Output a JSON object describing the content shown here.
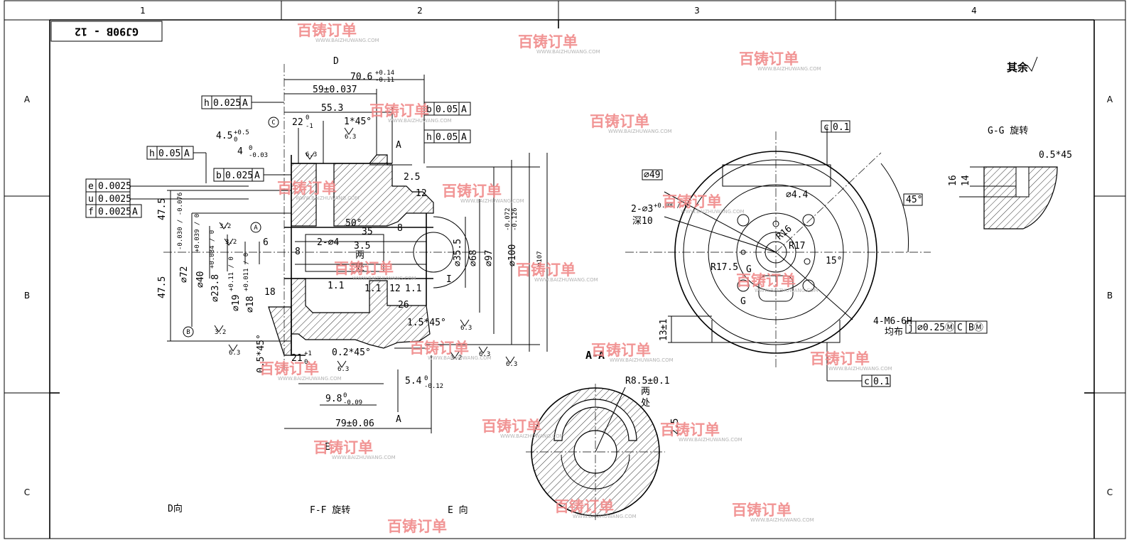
{
  "drawing_number": "GJ90B - 12",
  "zones": {
    "columns": [
      "1",
      "2",
      "3",
      "4"
    ],
    "rows": [
      "A",
      "B",
      "C"
    ]
  },
  "roughness_note": "其余",
  "watermark": {
    "logo_text": "百铸订单",
    "url": "WWW.BAIZHUWANG.COM"
  },
  "section_labels": {
    "aa": "A-A",
    "gg": "G-G 旋转",
    "ff": "F-F 旋转",
    "d_view": "D向",
    "e_view": "E 向",
    "d_mark": "D",
    "e_mark": "E",
    "a_top": "A",
    "a_bottom": "A",
    "i_mark": "I",
    "g_upper": "G",
    "g_lower": "G"
  },
  "feature_frames": {
    "h_top": [
      "h",
      "0.025",
      "A"
    ],
    "b_top": [
      "b",
      "0.05",
      "A"
    ],
    "h_mid": [
      "h",
      "0.05",
      "A"
    ],
    "h_left": [
      "h",
      "0.05",
      "A"
    ],
    "b_left": [
      "b",
      "0.025",
      "A"
    ],
    "e_stack": [
      "e",
      "0.0025"
    ],
    "u_stack": [
      "u",
      "0.0025"
    ],
    "f_stack": [
      "f",
      "0.0025",
      "A"
    ],
    "c_top": [
      "c",
      "0.1"
    ],
    "c_bottom": [
      "c",
      "0.1"
    ],
    "j_pos": [
      "j",
      "⌀0.25Ⓜ",
      "C",
      "BⓂ"
    ]
  },
  "datums": {
    "a_circle": "A",
    "b_circle": "B",
    "c_circle": "C"
  },
  "dims_main": {
    "d70_6": "70.6",
    "d70_6_tol_up": "+0.14",
    "d70_6_tol_dn": "-0.11",
    "d59": "59±0.037",
    "d55_3": "55.3",
    "d22": "22",
    "d22_up": "0",
    "d22_dn": "-1",
    "ch1x45": "1*45°",
    "d4_5": "4.5",
    "d4_5_up": "+0.5",
    "d4_5_dn": "0",
    "d4": "4",
    "d4_up": "0",
    "d4_dn": "-0.03",
    "d2_5": "2.5",
    "d12": "12",
    "d47_5_top": "47.5",
    "d47_5_bot": "47.5",
    "d50deg": "50°",
    "d35": "35",
    "d8a": "8",
    "d6": "6",
    "d2x4": "2-⌀4",
    "d3_5": "3.5",
    "d8b": "8",
    "liang": "两",
    "chu": "处",
    "d1_1a": "1.1",
    "d1_1b": "1.1",
    "d12b": "12",
    "d1_1c": "1.1",
    "d26": "26",
    "d18": "18",
    "ch1_5x45": "1.5*45°",
    "ch0_2x45": "0.2*45°",
    "d21": "21",
    "d21_up": "+1",
    "d21_dn": "0",
    "ch0_5x45": "0.5*45°",
    "d5_4": "5.4",
    "d5_4_up": "0",
    "d5_4_dn": "-0.12",
    "d9_8": "9.8",
    "d9_8_up": "0",
    "d9_8_dn": "-0.09",
    "d79": "79±0.06",
    "dia35_5": "⌀35.5",
    "dia68": "⌀68",
    "dia97": "⌀97",
    "dia100": "⌀100",
    "dia100_up": "-0.072",
    "dia100_dn": "-0.126",
    "dia107": "⌀107",
    "dia72": "⌀72",
    "dia72_tol": "-0.030 / -0.076",
    "dia40": "⌀40",
    "dia40_tol": "+0.039 / 0",
    "dia23_8": "⌀23.8",
    "dia23_8_tol": "+0.084 / 0",
    "dia19": "⌀19",
    "dia19_tol": "+0.11 / 0",
    "dia18": "⌀18",
    "dia18_tol": "+0.011 / 0"
  },
  "dims_right": {
    "dia49": "⌀49",
    "holes": "2-⌀3",
    "holes_tol": "+0.08 / 0",
    "depth": "深10",
    "dia4_4": "⌀4.4",
    "r16": "R16",
    "r17": "R17",
    "r17_5": "R17.5",
    "ang15": "15°",
    "ang45": "45°",
    "d13": "13±1",
    "thread": "4-M6-6H",
    "thread_note": "均布",
    "r8_5": "R8.5±0.1",
    "aa_two": "两",
    "aa_places": "处",
    "aa_2_5": "2.5",
    "gg_16": "16",
    "gg_14": "14",
    "gg_ch": "0.5*45"
  },
  "roughness": {
    "r3_2": "3.2",
    "r6_3": "6.3"
  }
}
